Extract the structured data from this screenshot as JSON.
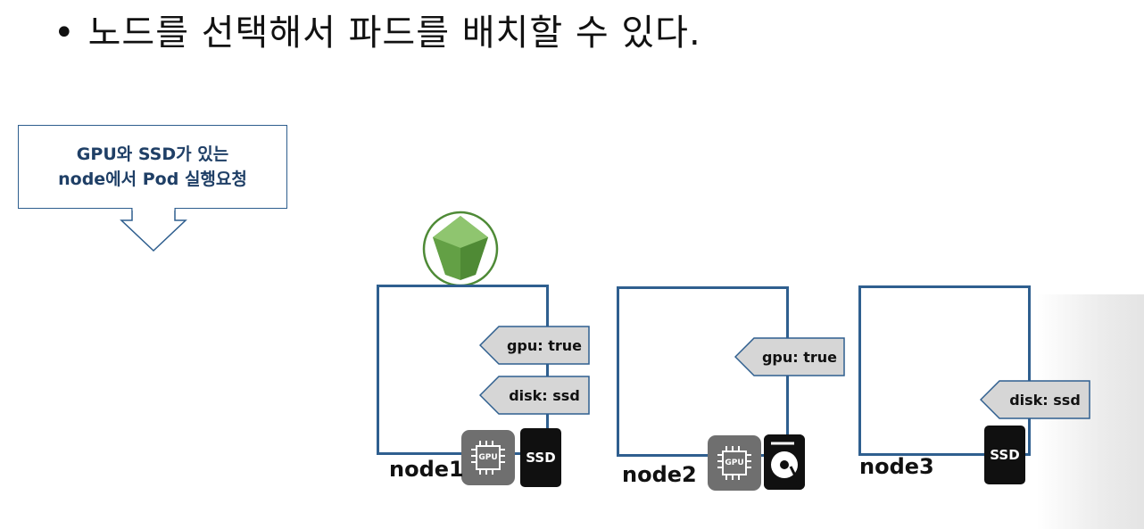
{
  "heading": {
    "bullet": "•",
    "text": "노드를 선택해서 파드를 배치할 수 있다."
  },
  "request": {
    "line1": "GPU와 SSD가 있는",
    "line2": "node에서 Pod 실행요청"
  },
  "nodes": [
    {
      "label": "node1",
      "tags": [
        "gpu: true",
        "disk: ssd"
      ],
      "gpu_chip": "GPU",
      "disk": "SSD"
    },
    {
      "label": "node2",
      "tags": [
        "gpu: true"
      ],
      "gpu_chip": "GPU",
      "disk": "hdd-icon"
    },
    {
      "label": "node3",
      "tags": [
        "disk: ssd"
      ],
      "disk": "SSD"
    }
  ],
  "colors": {
    "node_border": "#2f5f8f",
    "tag_fill": "#d6d6d6",
    "pod_green": "#6aa84f",
    "pod_ring": "#4e8a36",
    "request_text": "#1f3f66"
  }
}
